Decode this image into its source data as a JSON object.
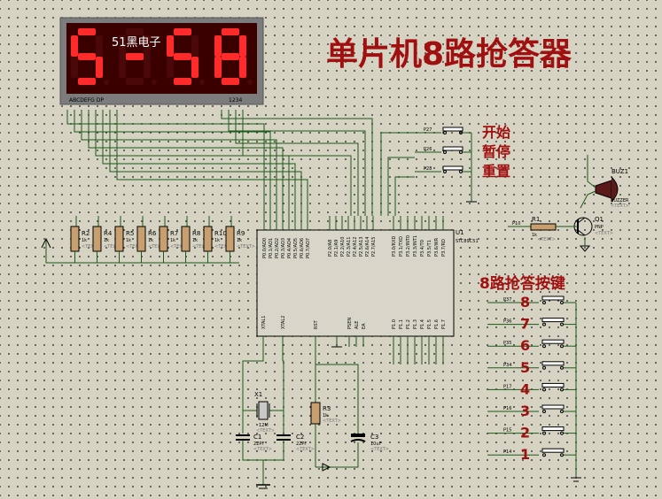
{
  "display": {
    "digits": [
      "5",
      "-",
      "5",
      "8"
    ],
    "overlay_text": "51黑电子",
    "seg_pins_label": "ABCDEFG DP",
    "digit_pins_label": "1234"
  },
  "title": "单片机8路抢答器",
  "control_labels": [
    "开始",
    "暂停",
    "重置"
  ],
  "control_pins": [
    "P27",
    "P26",
    "P28"
  ],
  "keys_title": "8路抢答按键",
  "keys": [
    {
      "num": "8",
      "pin": "P37"
    },
    {
      "num": "7",
      "pin": "P36"
    },
    {
      "num": "6",
      "pin": "P35"
    },
    {
      "num": "5",
      "pin": "P34"
    },
    {
      "num": "4",
      "pin": "P17"
    },
    {
      "num": "3",
      "pin": "P16"
    },
    {
      "num": "2",
      "pin": "P15"
    },
    {
      "num": "1",
      "pin": "P14"
    }
  ],
  "resistors": [
    "R2",
    "R4",
    "R5",
    "R6",
    "R7",
    "R8",
    "R10",
    "R9"
  ],
  "resistor_value": "1k",
  "text_placeholder": "<TEXT>",
  "mcu": {
    "ref": "U1",
    "part": "STC89C51",
    "p0": [
      "P0.0/AD0",
      "P0.1/AD1",
      "P0.2/AD2",
      "P0.3/AD3",
      "P0.4/AD4",
      "P0.5/AD5",
      "P0.6/AD6",
      "P0.7/AD7"
    ],
    "p2": [
      "P2.0/A8",
      "P2.1/A9",
      "P2.2/A10",
      "P2.3/A11",
      "P2.4/A12",
      "P2.5/A13",
      "P2.6/A14",
      "P2.7/A15"
    ],
    "p3": [
      "P3.0/RXD",
      "P3.1/TXD",
      "P3.2/INT0",
      "P3.3/INT1",
      "P3.4/T0",
      "P3.5/T1",
      "P3.6/WR",
      "P3.7/RD"
    ],
    "bottom_left": [
      "XTAL1",
      "XTAL2",
      "RST"
    ],
    "bottom_mid": [
      "PSEN",
      "ALE",
      "EA"
    ],
    "p1": [
      "P1.0",
      "P1.1",
      "P1.2",
      "P1.3",
      "P1.4",
      "P1.5",
      "P1.6",
      "P1.7"
    ]
  },
  "parts": {
    "r1": {
      "ref": "R1",
      "value": "1k",
      "net": "P10"
    },
    "q1": {
      "ref": "Q1",
      "value": "PNP"
    },
    "buz": {
      "ref": "BUZ1",
      "value": "BUZZER"
    },
    "x1": {
      "ref": "X1",
      "value": "12M"
    },
    "c1": {
      "ref": "C1",
      "value": "22PF"
    },
    "c2": {
      "ref": "C2",
      "value": "22PF"
    },
    "r3": {
      "ref": "R3",
      "value": "1k"
    },
    "c3": {
      "ref": "C3",
      "value": "10uF"
    }
  }
}
